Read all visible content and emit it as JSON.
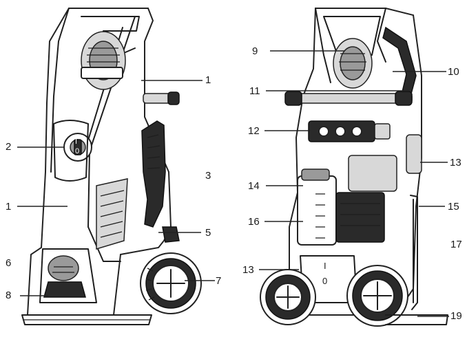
{
  "callouts": [
    {
      "id": "left-1-top",
      "text": "1"
    },
    {
      "id": "left-2",
      "text": "2"
    },
    {
      "id": "left-3",
      "text": "3"
    },
    {
      "id": "left-1-mid",
      "text": "1"
    },
    {
      "id": "left-5",
      "text": "5"
    },
    {
      "id": "left-6",
      "text": "6"
    },
    {
      "id": "left-7",
      "text": "7"
    },
    {
      "id": "left-8",
      "text": "8"
    },
    {
      "id": "right-9",
      "text": "9"
    },
    {
      "id": "right-10",
      "text": "10"
    },
    {
      "id": "right-11",
      "text": "11"
    },
    {
      "id": "right-12",
      "text": "12"
    },
    {
      "id": "right-13-top",
      "text": "13"
    },
    {
      "id": "right-14",
      "text": "14"
    },
    {
      "id": "right-15",
      "text": "15"
    },
    {
      "id": "right-16",
      "text": "16"
    },
    {
      "id": "right-17",
      "text": "17"
    },
    {
      "id": "right-13-low",
      "text": "13"
    },
    {
      "id": "right-19",
      "text": "19"
    }
  ],
  "switch_marks": {
    "left_on": "I",
    "left_off": "0",
    "right_on": "I",
    "right_off": "0"
  }
}
